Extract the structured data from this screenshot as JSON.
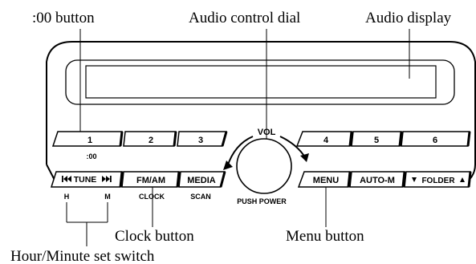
{
  "callouts": {
    "hour_button": ":00 button",
    "dial": "Audio control dial",
    "display": "Audio display",
    "clock": "Clock button",
    "menu": "Menu button",
    "hour_minute": "Hour/Minute set switch"
  },
  "presets": [
    "1",
    "2",
    "3",
    "4",
    "5",
    "6"
  ],
  "preset1_sub": ":00",
  "buttons": {
    "tune": "TUNE",
    "tune_left_sub": "H",
    "tune_right_sub": "M",
    "fm_am": "FM/AM",
    "fm_am_sub": "CLOCK",
    "media": "MEDIA",
    "media_sub": "SCAN",
    "menu": "MENU",
    "auto_m": "AUTO-M",
    "folder": "FOLDER"
  },
  "dial": {
    "vol": "VOL",
    "push_power": "PUSH POWER"
  }
}
